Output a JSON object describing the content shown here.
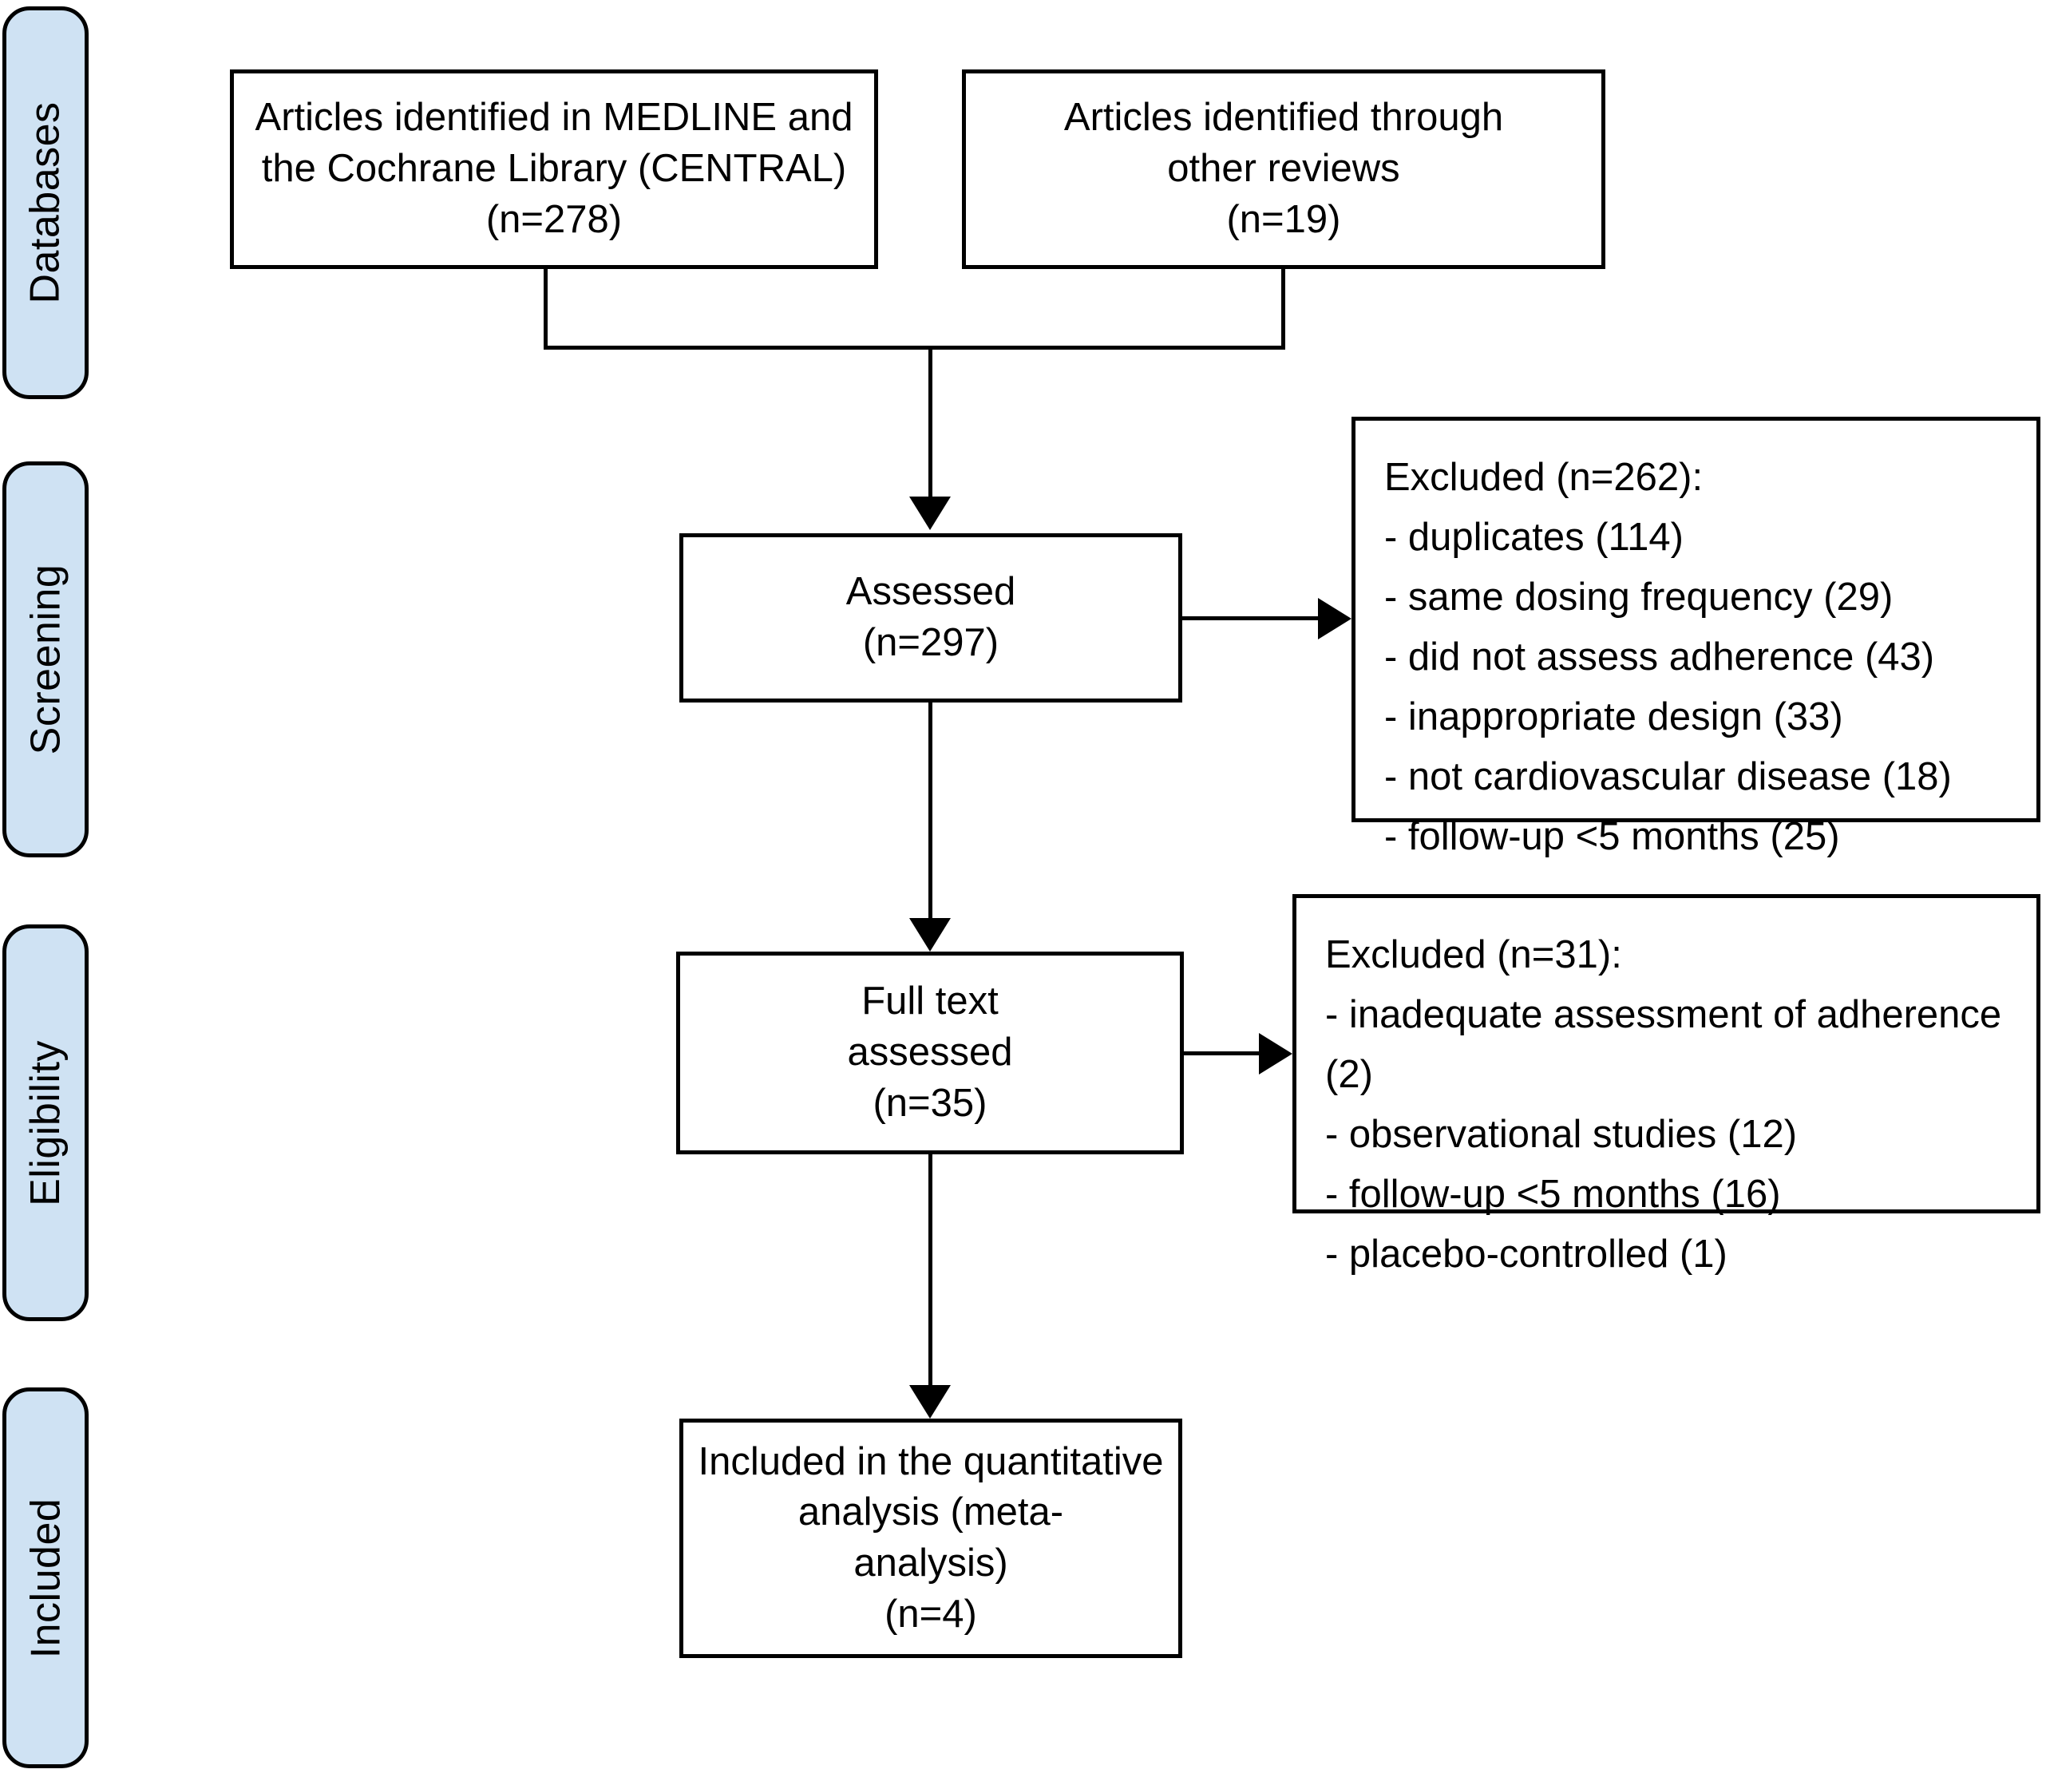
{
  "diagram": {
    "title": "PRISMA study selection flow diagram",
    "colors": {
      "stage_fill": "#cfe2f3",
      "box_fill": "#ffffff",
      "stroke": "#000000",
      "background": "#ffffff"
    }
  },
  "stages": [
    {
      "id": "databases",
      "label": "Databases"
    },
    {
      "id": "screening",
      "label": "Screening"
    },
    {
      "id": "eligibility",
      "label": "Eligibility"
    },
    {
      "id": "included",
      "label": "Included"
    }
  ],
  "boxes": {
    "source_medline": {
      "text": "Articles identified in MEDLINE and\nthe Cochrane Library (CENTRAL)\n(n=278)",
      "count_label": "(n=278)",
      "count": 278
    },
    "source_other_reviews": {
      "text": "Articles identified through\nother reviews\n(n=19)",
      "count_label": "(n=19)",
      "count": 19
    },
    "assessed": {
      "text": "Assessed\n(n=297)",
      "count_label": "(n=297)",
      "count": 297
    },
    "excluded_screening": {
      "text": "Excluded (n=262):\n- duplicates (114)\n- same dosing frequency (29)\n- did not assess adherence (43)\n- inappropriate design (33)\n- not cardiovascular disease (18)\n- follow-up <5 months (25)",
      "header": "Excluded (n=262):",
      "count": 262,
      "reasons": [
        {
          "label": "duplicates",
          "count": 114
        },
        {
          "label": "same dosing frequency",
          "count": 29
        },
        {
          "label": "did not assess adherence",
          "count": 43
        },
        {
          "label": "inappropriate design",
          "count": 33
        },
        {
          "label": "not cardiovascular disease",
          "count": 18
        },
        {
          "label": "follow-up <5 months",
          "count": 25
        }
      ]
    },
    "full_text": {
      "text": "Full text\nassessed\n(n=35)",
      "count_label": "(n=35)",
      "count": 35
    },
    "excluded_eligibility": {
      "text": "Excluded (n=31):\n- inadequate assessment of adherence (2)\n- observational studies (12)\n- follow-up <5 months (16)\n- placebo-controlled (1)",
      "header": "Excluded (n=31):",
      "count": 31,
      "reasons": [
        {
          "label": "inadequate assessment of adherence",
          "count": 2
        },
        {
          "label": "observational studies",
          "count": 12
        },
        {
          "label": "follow-up <5 months",
          "count": 16
        },
        {
          "label": "placebo-controlled",
          "count": 1
        }
      ]
    },
    "included_meta": {
      "text": "Included in the quantitative\nanalysis (meta-\nanalysis)\n(n=4)",
      "count_label": "(n=4)",
      "count": 4
    }
  }
}
